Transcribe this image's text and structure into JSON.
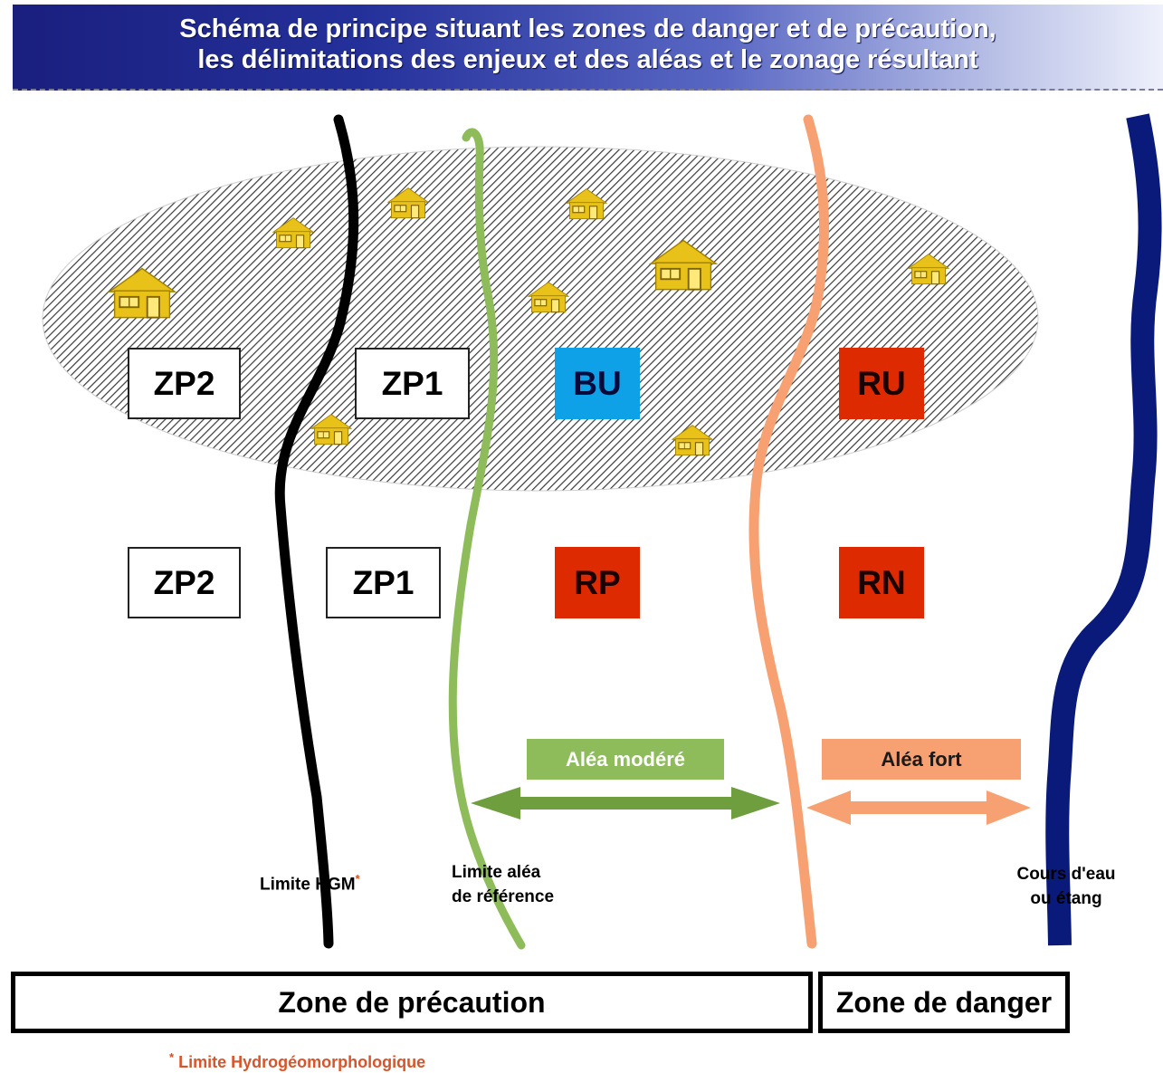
{
  "title": {
    "line1": "Schéma de principe situant les zones de danger et de précaution,",
    "line2": "les délimitations des enjeux et des aléas et le zonage résultant"
  },
  "zones_upper": [
    {
      "id": "zp2-upper",
      "label": "ZP2",
      "style": "outline"
    },
    {
      "id": "zp1-upper",
      "label": "ZP1",
      "style": "outline"
    },
    {
      "id": "bu",
      "label": "BU",
      "style": "blue"
    },
    {
      "id": "ru",
      "label": "RU",
      "style": "red"
    }
  ],
  "zones_lower": [
    {
      "id": "zp2-lower",
      "label": "ZP2",
      "style": "outline"
    },
    {
      "id": "zp1-lower",
      "label": "ZP1",
      "style": "outline"
    },
    {
      "id": "rp",
      "label": "RP",
      "style": "red"
    },
    {
      "id": "rn",
      "label": "RN",
      "style": "red"
    }
  ],
  "hazards": {
    "moderate": {
      "label": "Aléa modéré",
      "color": "#8fbc5a",
      "arrow_color": "#6f9e3e"
    },
    "strong": {
      "label": "Aléa fort",
      "color": "#f7a172",
      "arrow_color": "#f7a172"
    }
  },
  "limits": {
    "hgm": {
      "label": "Limite HGM",
      "asterisk": "*",
      "color": "#000000"
    },
    "reference": {
      "line1": "Limite aléa",
      "line2": "de référence",
      "color": "#8fbc5a"
    },
    "strong_hazard_line": {
      "color": "#f7a172"
    },
    "water": {
      "line1": "Cours d'eau",
      "line2": "ou étang",
      "color": "#0a1a7a"
    }
  },
  "bottom_zones": {
    "precaution": "Zone de précaution",
    "danger": "Zone de danger"
  },
  "footnote": {
    "asterisk": "*",
    "text": "Limite Hydrogéomorphologique"
  },
  "colors": {
    "header_dark": "#1a1f7e",
    "house_fill": "#e8c219",
    "house_stroke": "#a08000",
    "hatch": "#3a3a3a",
    "blue_zone": "#0ea1e8",
    "red_zone": "#dd2a00"
  }
}
